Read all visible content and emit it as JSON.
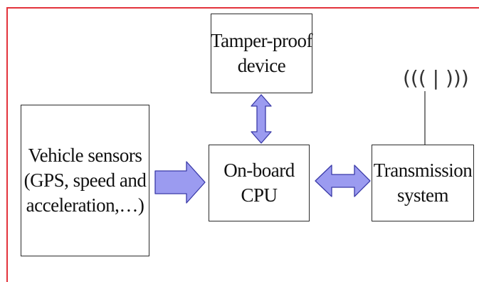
{
  "diagram": {
    "tamper": {
      "line1": "Tamper-proof",
      "line2": "device"
    },
    "sensors": {
      "line1": "Vehicle sensors",
      "line2": "(GPS, speed and",
      "line3": "acceleration,…)"
    },
    "cpu": {
      "line1": "On-board",
      "line2": "CPU"
    },
    "transmission": {
      "line1": "Transmission",
      "line2": "system"
    },
    "antenna_glyph": "((( | )))"
  },
  "colors": {
    "frame": "#e3333b",
    "arrow_fill": "#9b9bf0",
    "arrow_stroke": "#3a3aa8",
    "box_border": "#2b2b2b"
  }
}
